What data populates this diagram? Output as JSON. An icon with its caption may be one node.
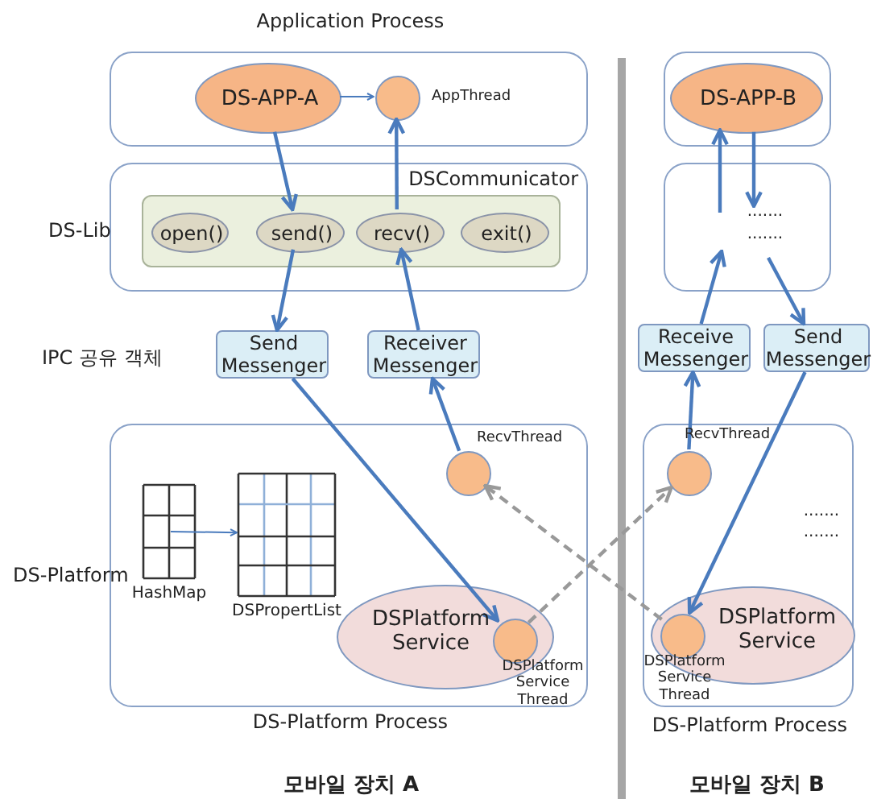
{
  "diagram": {
    "nodes": [
      {
        "text": [
          "Application Process"
        ]
      },
      {
        "text": [
          "DS-APP-A"
        ],
        "in": 0
      },
      {
        "text": [],
        "shape": "circle",
        "in": 0,
        "beside": [
          "AppThread"
        ]
      },
      {
        "text": [
          "DSCommunicator"
        ]
      },
      {
        "text": [],
        "shape": "box",
        "in": 3
      },
      {
        "text": [
          "open()"
        ],
        "in": 4
      },
      {
        "text": [
          "send()"
        ],
        "in": 4
      },
      {
        "text": [
          "recv()"
        ],
        "in": 4
      },
      {
        "text": [
          "exit()"
        ],
        "in": 4
      },
      {
        "text": [
          "Send Messenger"
        ]
      },
      {
        "text": [
          "Receiver Messenger"
        ]
      },
      {
        "text": [
          "DS-Platform Process"
        ]
      },
      {
        "text": [
          "HashMap"
        ],
        "in": 11
      },
      {
        "text": [
          "DSPropertList"
        ],
        "in": 11
      },
      {
        "text": [],
        "shape": "circle",
        "in": 11,
        "beside": [
          "RecvThread"
        ]
      },
      {
        "text": [
          "DSPlatform Service"
        ],
        "in": 11
      },
      {
        "text": [],
        "shape": "circle",
        "in": 15,
        "beside": [
          "DSPlatform Service Thread"
        ]
      },
      {
        "text": [],
        "shape": "box"
      },
      {
        "text": [
          "DS-APP-B"
        ],
        "in": 17
      },
      {
        "text": [
          ".......",
          "......."
        ]
      },
      {
        "text": [
          "Receive Messenger"
        ]
      },
      {
        "text": [
          "Send Messenger"
        ]
      },
      {
        "text": [
          ".......",
          ".......",
          "DS-Platform Process"
        ]
      },
      {
        "text": [],
        "shape": "circle",
        "in": 22,
        "beside": [
          "RecvThread"
        ]
      },
      {
        "text": [
          "DSPlatform Service"
        ],
        "in": 22
      },
      {
        "text": [],
        "shape": "circle",
        "in": 24,
        "beside": [
          "DSPlatform Service Thread"
        ]
      }
    ],
    "edges": [
      {
        "from": 1,
        "to": 2,
        "arrow": "to"
      },
      {
        "from": 1,
        "to": 6,
        "arrow": "to"
      },
      {
        "from": 6,
        "to": 9,
        "arrow": "to"
      },
      {
        "from": 10,
        "to": 7,
        "arrow": "to"
      },
      {
        "from": 7,
        "to": 2,
        "arrow": "to"
      },
      {
        "from": 9,
        "to": 16,
        "arrow": "to"
      },
      {
        "from": 14,
        "to": 10,
        "arrow": "to"
      },
      {
        "from": 12,
        "to": 13,
        "arrow": "to"
      },
      {
        "from": 16,
        "to": 23,
        "arrow": "to",
        "style": "dashed",
        "color": "#999999"
      },
      {
        "from": 25,
        "to": 14,
        "arrow": "to",
        "style": "dashed",
        "color": "#999999"
      },
      {
        "from": 19,
        "to": 18,
        "arrow": "to"
      },
      {
        "from": 18,
        "to": 19,
        "arrow": "to"
      },
      {
        "from": 20,
        "to": 19,
        "arrow": "to"
      },
      {
        "from": 19,
        "to": 21,
        "arrow": "to"
      },
      {
        "from": 23,
        "to": 20,
        "arrow": "to"
      },
      {
        "from": 21,
        "to": 25,
        "arrow": "to"
      }
    ],
    "labels": [
      "DS-Lib",
      "IPC 공유 객체",
      "DS-Platform",
      "모바일 장치 A",
      "모바일 장치 B"
    ]
  }
}
